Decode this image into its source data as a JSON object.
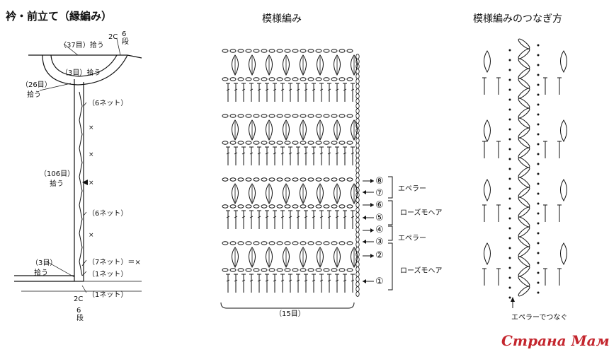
{
  "left": {
    "title": "衿・前立て（縁編み）",
    "top_count": "（37目）拾う",
    "inner_count": "（3目）拾う",
    "right_2c": "2C",
    "right_rows": "6段",
    "left_count": "（26目）",
    "left_pick": "拾う",
    "net6_a": "（6ネット）",
    "mid_count": "（106目）",
    "mid_pick": "拾う",
    "net6_b": "（6ネット）",
    "bottom_count": "（3目）",
    "bottom_pick": "拾う",
    "net7": "（7ネット）＝×",
    "net1_a": "（1ネット）",
    "net1_b": "（1ネット）",
    "bot_2c": "2C",
    "bot_rows": "6段",
    "x_mark": "×"
  },
  "middle": {
    "title": "模様編み",
    "bottom_count": "（15目）",
    "rows": [
      "①",
      "②",
      "③",
      "④",
      "⑤",
      "⑥",
      "⑦",
      "⑧"
    ],
    "yarn_a": "エペラー",
    "yarn_b": "ローズモヘア",
    "yarn_c": "エペラー",
    "yarn_d": "ローズモヘア"
  },
  "right": {
    "title": "模様編みのつなぎ方",
    "join_note": "エペラーでつなぐ"
  },
  "watermark": {
    "text": "Страна Мам.ру"
  }
}
